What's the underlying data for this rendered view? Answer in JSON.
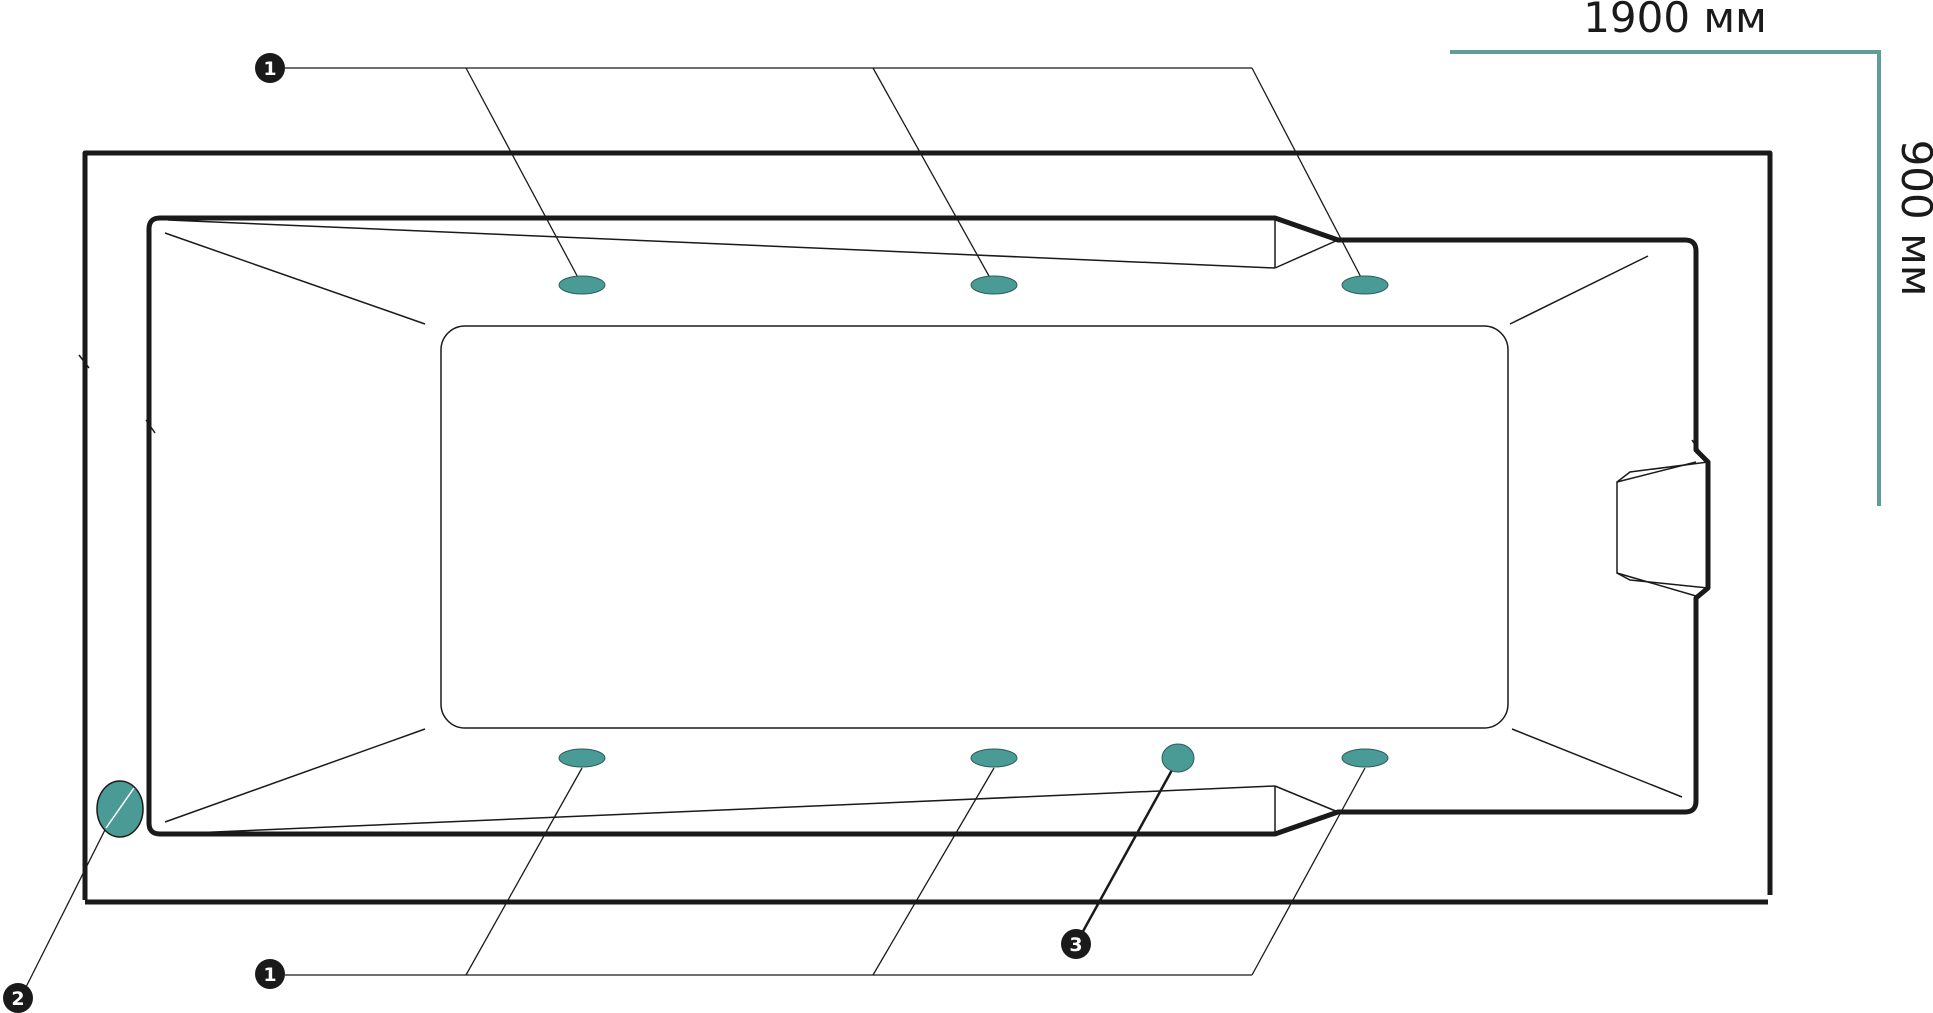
{
  "dimensions": {
    "length_label": "1900 мм",
    "width_label": "900 мм"
  },
  "callouts": {
    "jets_top": "1",
    "jets_bottom": "1",
    "overflow": "2",
    "drain": "3"
  },
  "colors": {
    "accent": "#4a9a96",
    "dimension_line": "#5f9c9a",
    "outline": "#1a1a1a"
  }
}
